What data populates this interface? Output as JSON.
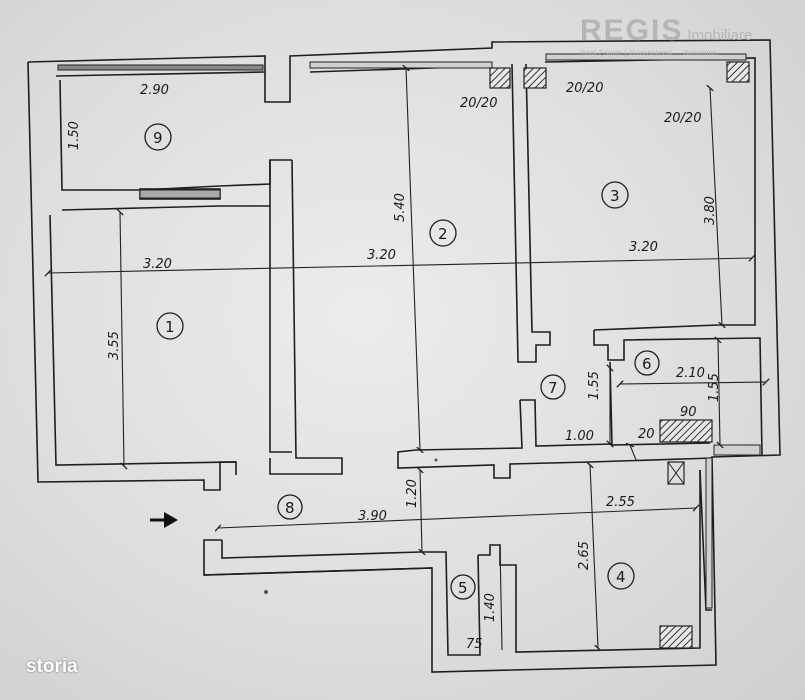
{
  "watermark": {
    "name": "REGIS",
    "subtitle": "Imobiliare",
    "tagline": "Real Estate | Guaranteed ... Solutions"
  },
  "storia_logo": "storia",
  "rooms": [
    {
      "id": "room-9",
      "label": "9"
    },
    {
      "id": "room-1",
      "label": "1"
    },
    {
      "id": "room-2",
      "label": "2"
    },
    {
      "id": "room-3",
      "label": "3"
    },
    {
      "id": "room-6",
      "label": "6"
    },
    {
      "id": "room-7",
      "label": "7"
    },
    {
      "id": "room-8",
      "label": "8"
    },
    {
      "id": "room-5",
      "label": "5"
    },
    {
      "id": "room-4",
      "label": "4"
    }
  ],
  "dimensions": {
    "room9_width": "2.90",
    "room9_depth": "1.50",
    "row_width_left": "3.20",
    "row_width_mid": "3.20",
    "row_width_right": "3.20",
    "room1_depth": "3.55",
    "room2_depth": "5.40",
    "room3_depth": "3.80",
    "column_a": "20/20",
    "column_b": "20/20",
    "column_c": "20/20",
    "room7_depth": "1.55",
    "room6_width": "2.10",
    "room6_depth": "1.55",
    "room7_width": "1.00",
    "duct_width": "90",
    "duct_depth": "20",
    "hall_width": "3.90",
    "hall_depth": "1.20",
    "room4_width": "2.55",
    "room4_depth": "2.65",
    "room5_depth": "1.40",
    "room5_width": "75"
  }
}
